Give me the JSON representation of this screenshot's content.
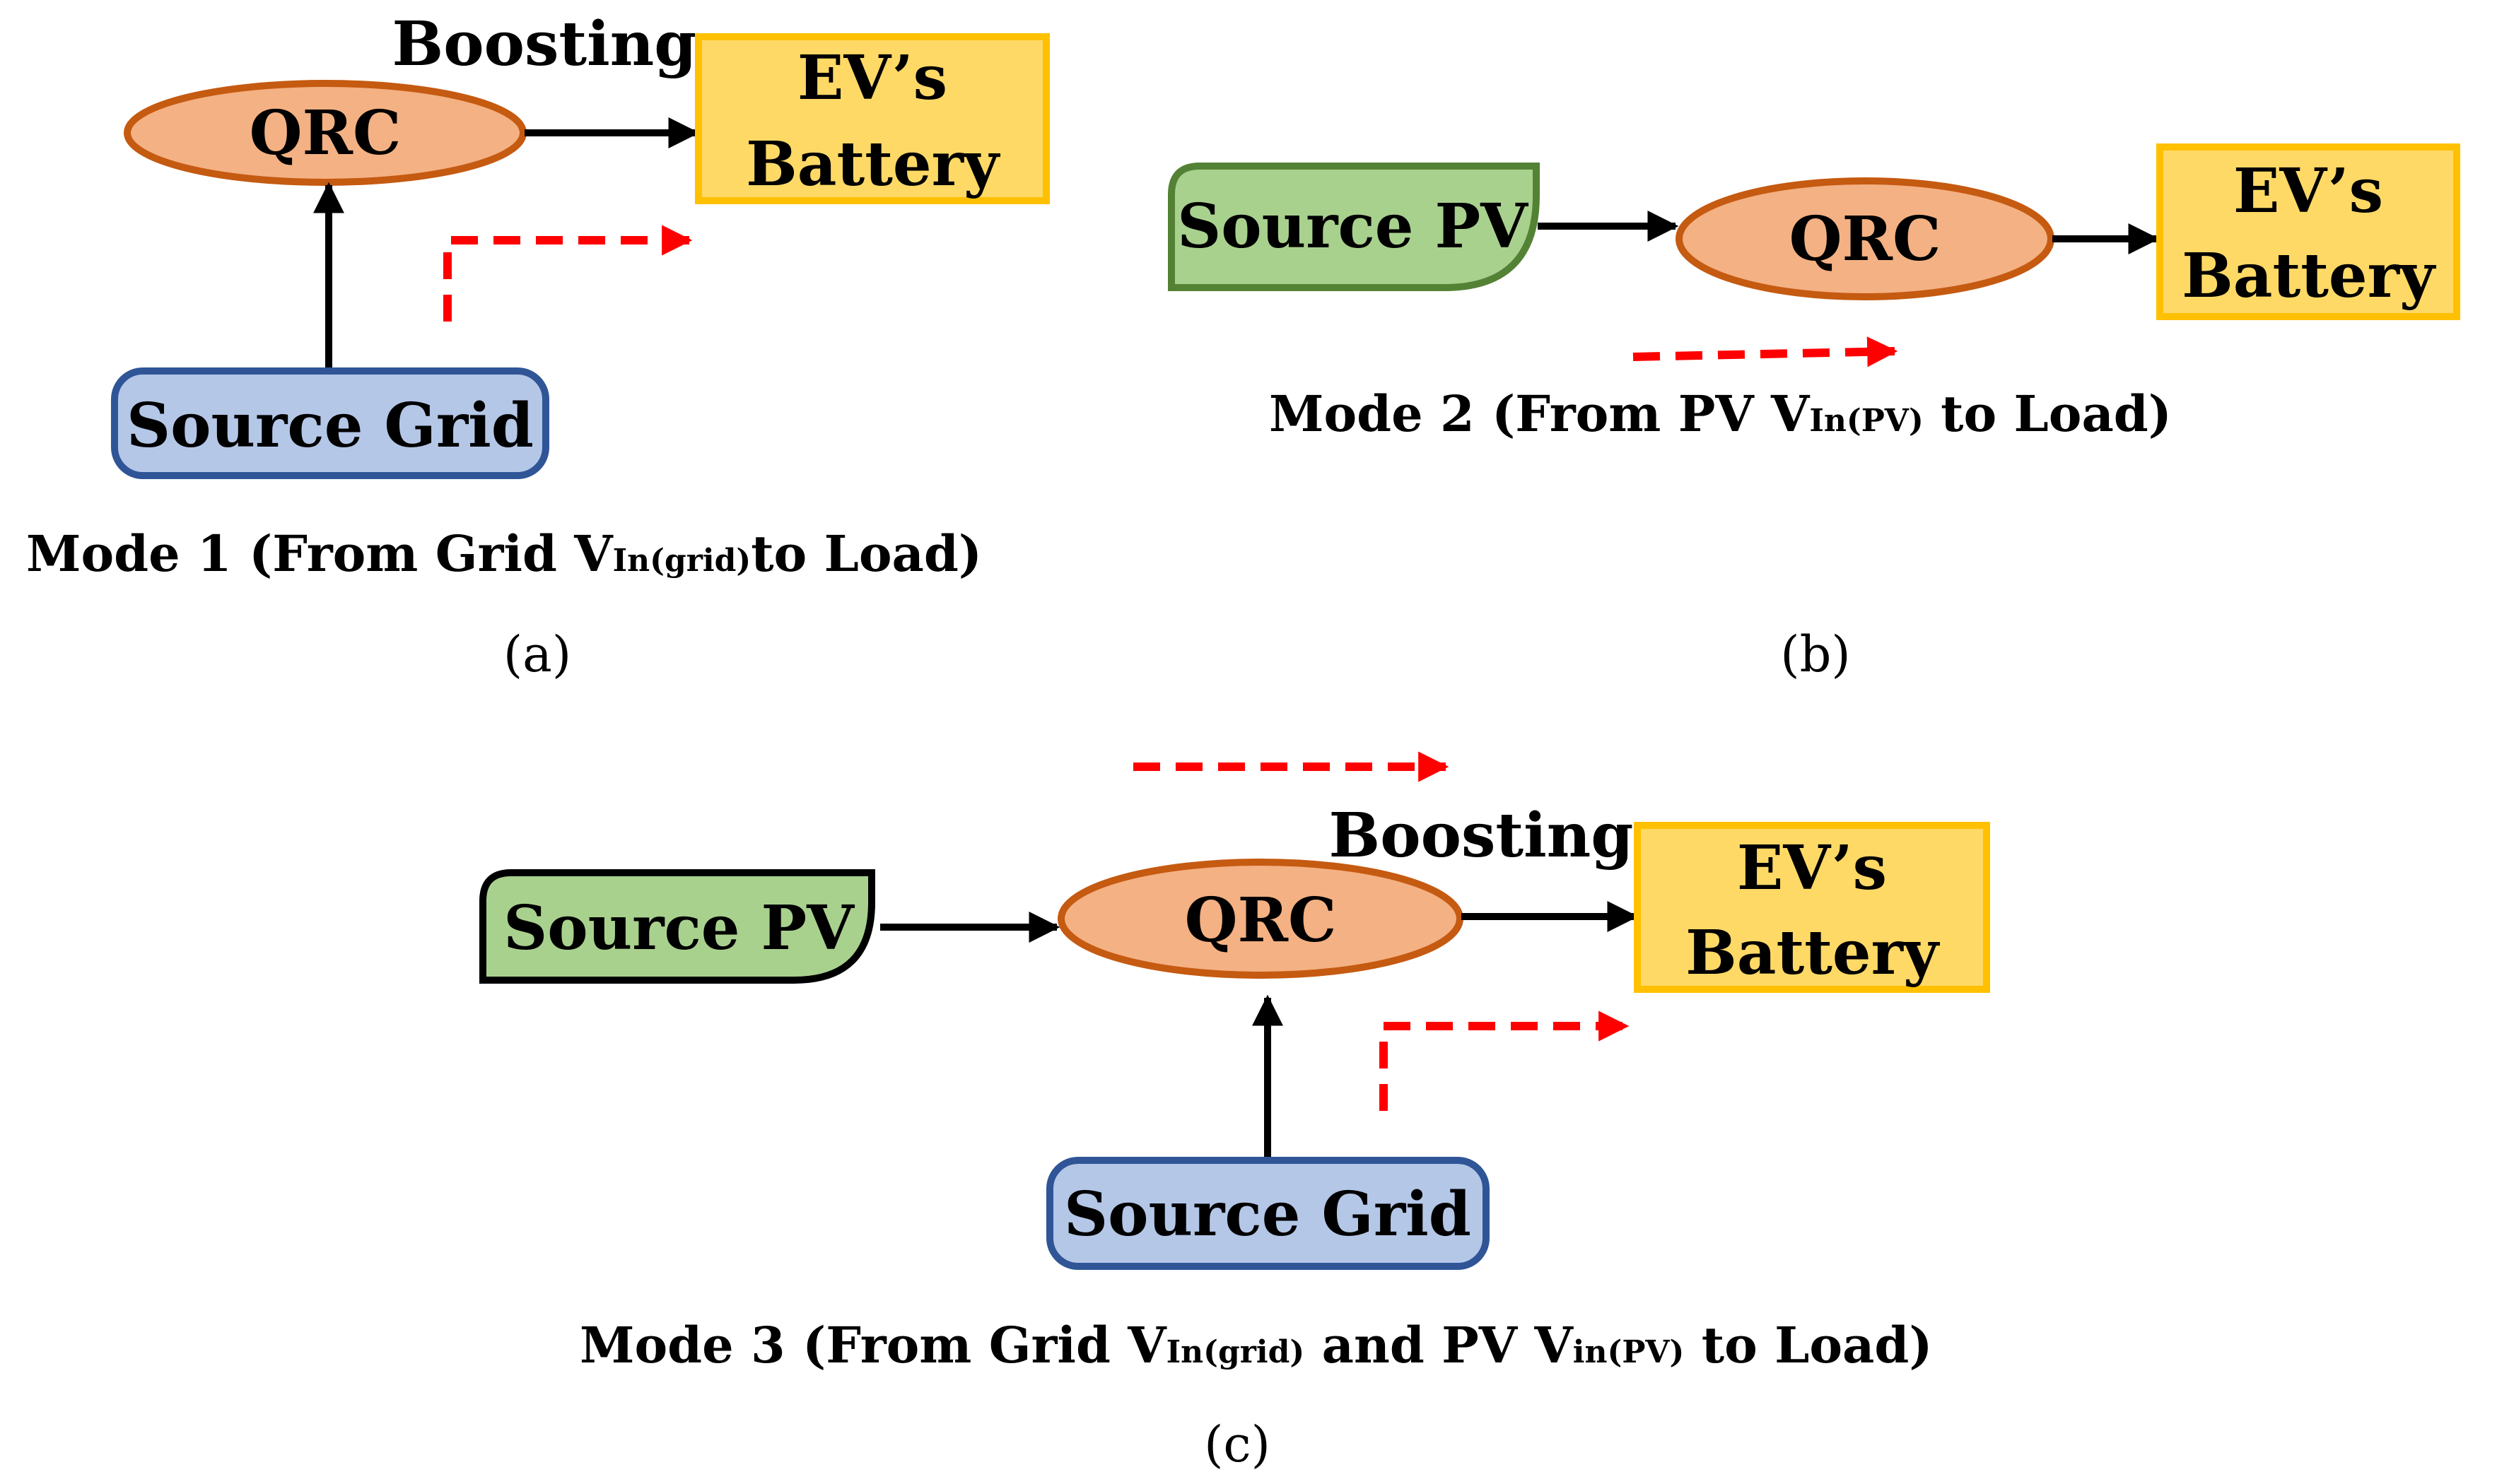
{
  "colors": {
    "qrc_fill": "#F4B183",
    "qrc_stroke": "#C55A11",
    "battery_fill": "#FFD966",
    "battery_stroke": "#FFC000",
    "grid_fill": "#B4C7E7",
    "grid_stroke": "#2F5597",
    "pv_fill": "#A9D18E",
    "pv_stroke_b": "#548235",
    "pv_stroke_c": "#000000",
    "flow_arrow": "#FF0000",
    "connector": "#000000"
  },
  "labels": {
    "qrc": "QRC",
    "battery_line1": "EV’s",
    "battery_line2": "Battery",
    "source_grid": "Source Grid",
    "source_pv": "Source PV",
    "boosting": "Boosting"
  },
  "modes": {
    "a": {
      "caption_pre": "Mode 1 (From Grid V",
      "caption_sub": "In(grid)",
      "caption_post": "to Load)",
      "tag": "(a)"
    },
    "b": {
      "caption_pre": "Mode 2 (From PV V",
      "caption_sub": "In(PV)",
      "caption_post": " to Load)",
      "tag": "(b)"
    },
    "c": {
      "caption_pre": "Mode 3 (From Grid V",
      "caption_sub1": "In(grid)",
      "caption_mid": " and PV V",
      "caption_sub2": "in(PV)",
      "caption_post": " to Load)",
      "tag": "(c)"
    }
  }
}
